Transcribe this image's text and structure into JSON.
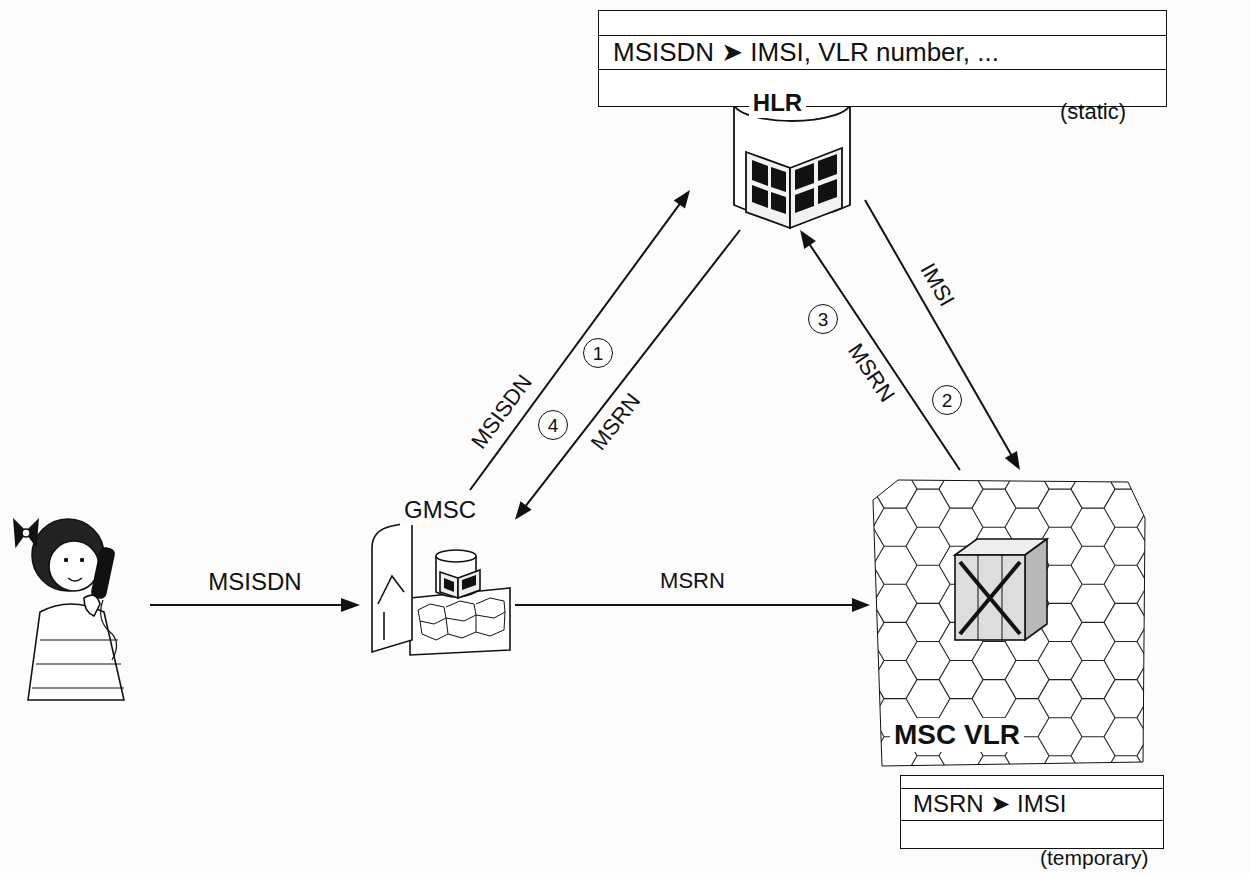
{
  "diagram": {
    "nodes": [
      {
        "text": [
          "MSISDN ➤ IMSI, VLR number, ..."
        ]
      },
      {
        "text": [
          "HLR"
        ]
      },
      {
        "text": [
          "GMSC"
        ]
      },
      {
        "text": [
          "MSC VLR"
        ]
      },
      {
        "text": [
          "MSRN ➤ IMSI"
        ]
      }
    ],
    "edges": [
      {
        "from": 2,
        "to": 1,
        "label": "MSISDN",
        "arrow": "to"
      },
      {
        "from": 1,
        "to": 3,
        "label": "IMSI",
        "arrow": "to"
      },
      {
        "from": 3,
        "to": 1,
        "label": "MSRN",
        "arrow": "to"
      },
      {
        "from": 1,
        "to": 2,
        "label": "MSRN",
        "arrow": "to"
      },
      {
        "from": 2,
        "to": 3,
        "label": "MSRN",
        "arrow": "to"
      }
    ],
    "labels": [
      "(static)",
      "1",
      "2",
      "3",
      "4",
      "MSISDN",
      "(temporary)"
    ]
  }
}
